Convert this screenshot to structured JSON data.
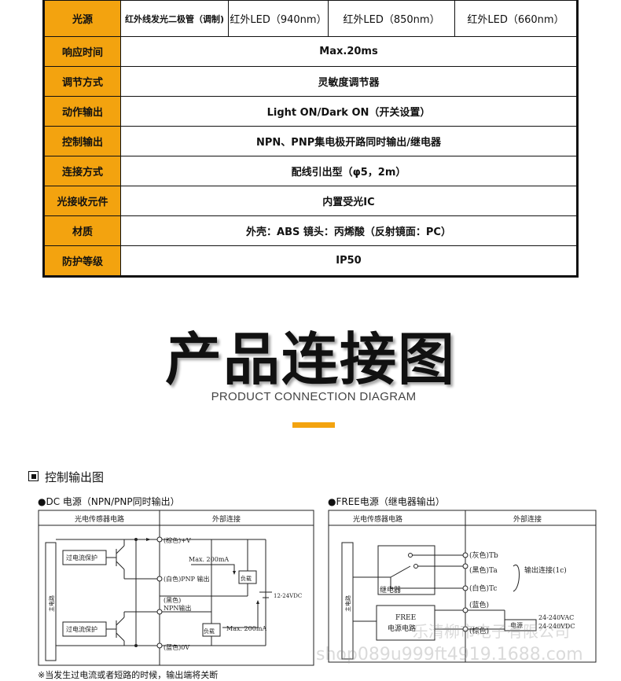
{
  "spec_table": {
    "rows": [
      {
        "label": "光源",
        "values": [
          "红外线发光二极管（调制)",
          "红外LED（940nm）",
          "红外LED（850nm）",
          "红外LED（660nm）"
        ]
      },
      {
        "label": "响应时间",
        "value": "Max.20ms"
      },
      {
        "label": "调节方式",
        "value": "灵敏度调节器"
      },
      {
        "label": "动作输出",
        "value": "Light ON/Dark ON（开关设置）"
      },
      {
        "label": "控制输出",
        "value": "NPN、PNP集电极开路同时输出/继电器"
      },
      {
        "label": "连接方式",
        "value": "配线引出型（φ5，2m）"
      },
      {
        "label": "光接收元件",
        "value": "内置受光IC"
      },
      {
        "label": "材质",
        "value": "外壳：ABS 镜头：丙烯酸（反射镜面：PC）"
      },
      {
        "label": "防护等级",
        "value": "IP50"
      }
    ]
  },
  "section": {
    "title": "产品连接图",
    "subtitle": "PRODUCT CONNECTION DIAGRAM",
    "accent_color": "#f3a30f"
  },
  "control_output": {
    "heading": "控制输出图",
    "dc": {
      "caption": "●DC 电源（NPN/PNP同时输出）",
      "col_left": "光电传感器电路",
      "col_right": "外部连接",
      "main_circuit": "主电路",
      "protect_top": "过电流保护",
      "protect_bottom": "过电流保护",
      "brown": "(棕色)+V",
      "max_top": "Max. 200mA",
      "white": "(白色)PNP 输出",
      "load_top": "负载",
      "black": "(黑色)",
      "npn": "NPN输出",
      "voltage": "12-24VDC",
      "load_bottom": "负载",
      "max_bottom": "Max. 200mA",
      "blue": "(蓝色)0V",
      "note": "※当发生过电流或者短路的时候，输出端将关断"
    },
    "free": {
      "caption": "●FREE电源（继电器输出）",
      "col_left": "光电传感器电路",
      "col_right": "外部连接",
      "main_circuit": "主电路",
      "relay": "继电器",
      "gray": "(灰色)Tb",
      "black": "(黑色)Ta",
      "white": "(白色)Tc",
      "output": "输出连接(1c)",
      "blue": "(蓝色)",
      "brown": "(棕色)",
      "supply_line1": "FREE",
      "supply_line2": "电源电路",
      "power": "电源",
      "ac": "24-240VAC",
      "dc": "24-240VDC"
    }
  },
  "watermark": {
    "line1": "乐清柳市电子有限公司",
    "line2": "shop089u999ft4919.1688.com"
  }
}
